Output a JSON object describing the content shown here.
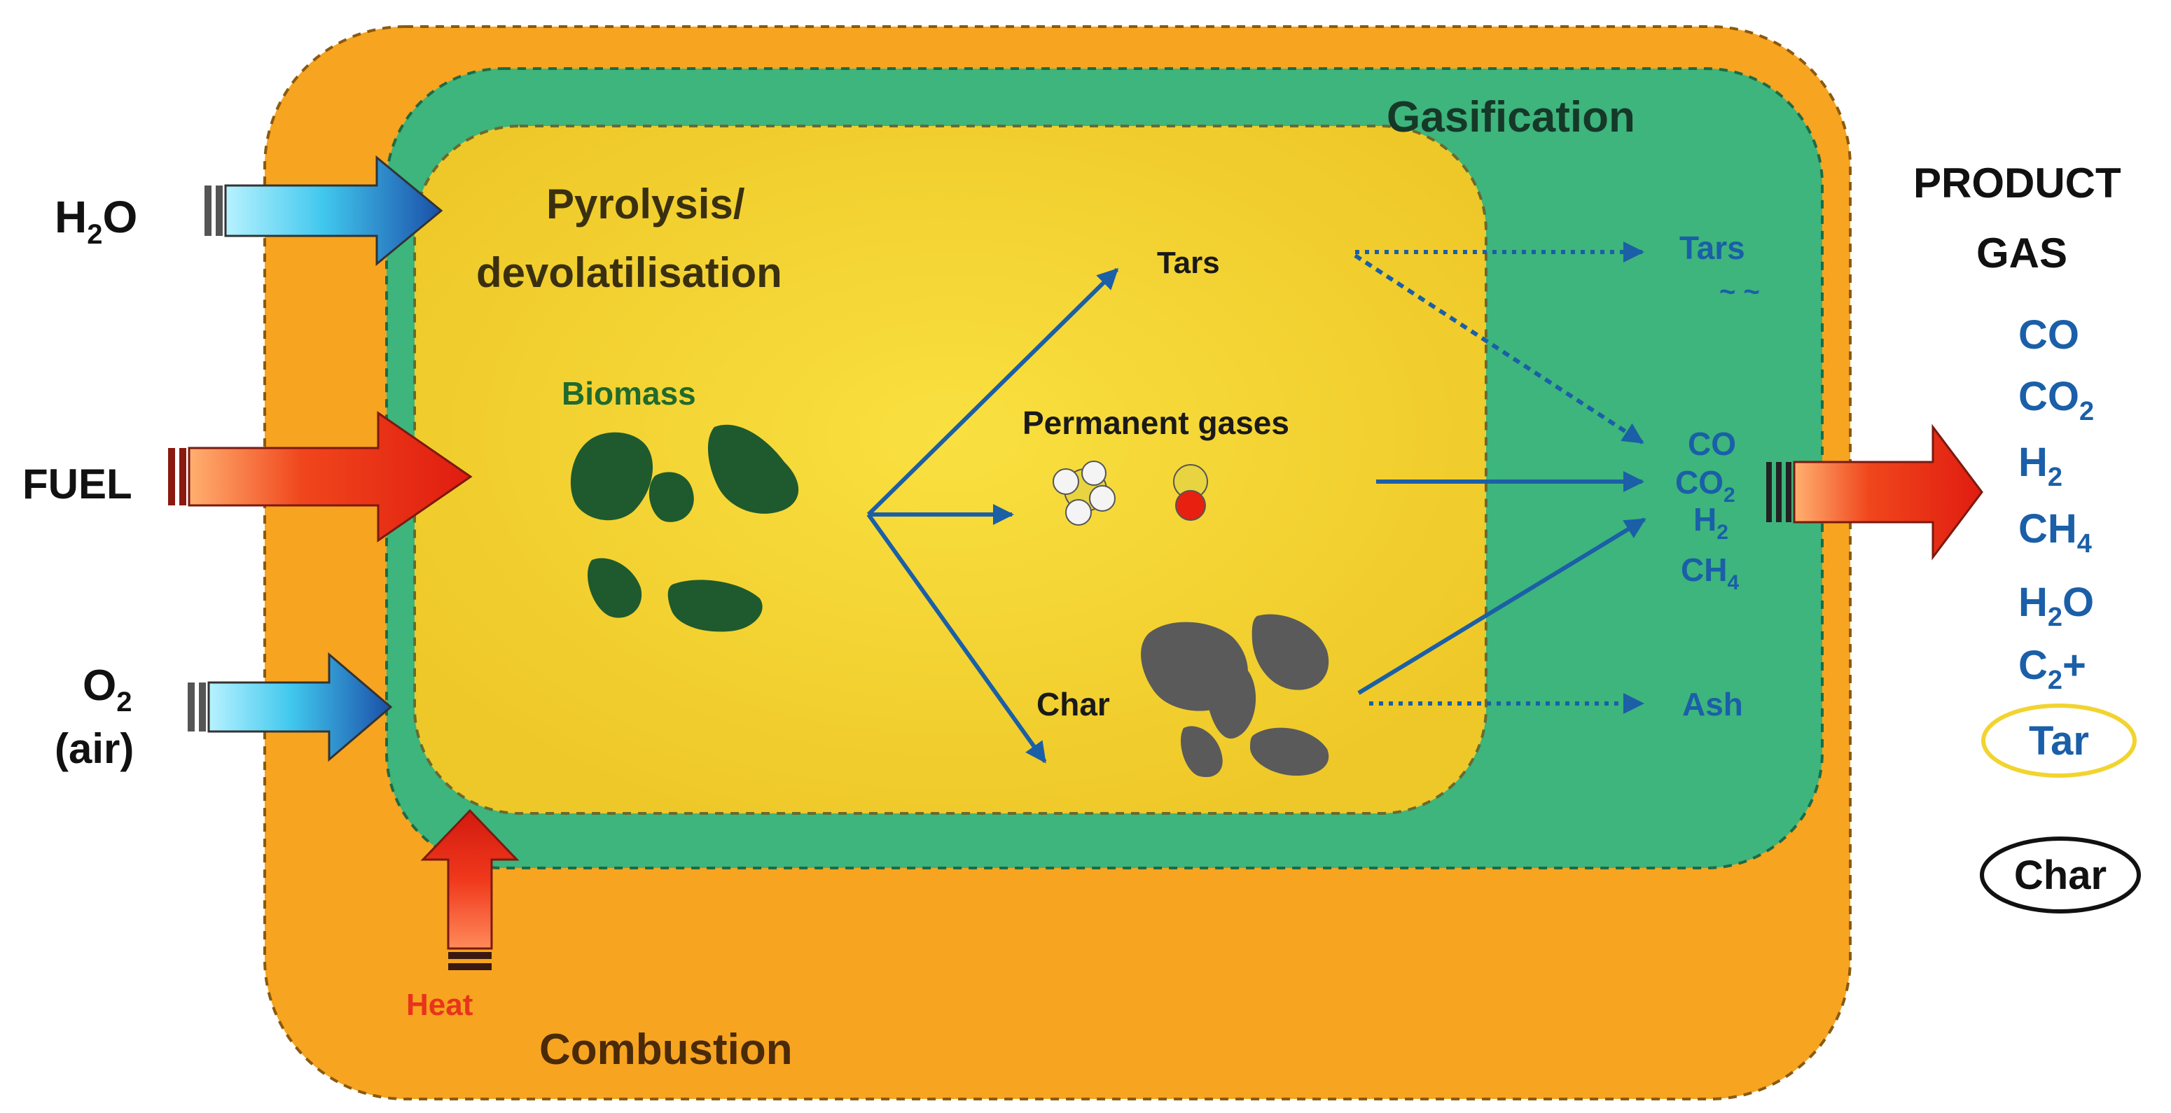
{
  "zones": {
    "combustion": "Combustion",
    "gasification": "Gasification",
    "pyrolysis_line1": "Pyrolysis/",
    "pyrolysis_line2": "devolatilisation"
  },
  "inputs": {
    "water": {
      "base": "H",
      "sub": "2",
      "rest": "O"
    },
    "fuel": "FUEL",
    "oxygen": {
      "base": "O",
      "sub": "2"
    },
    "air": "(air)",
    "heat": "Heat"
  },
  "pyrolysis": {
    "biomass": "Biomass",
    "tars": "Tars",
    "permanent_gases": "Permanent gases",
    "char": "Char"
  },
  "gasification_products": {
    "tars": "Tars",
    "tars_mark": "~ ~",
    "co": "CO",
    "co2": {
      "base": "CO",
      "sub": "2"
    },
    "h2": {
      "base": "H",
      "sub": "2"
    },
    "ch4": {
      "base": "CH",
      "sub": "4"
    },
    "ash": "Ash"
  },
  "product_gas": {
    "title_line1": "PRODUCT",
    "title_line2": "GAS",
    "co": "CO",
    "co2": {
      "base": "CO",
      "sub": "2"
    },
    "h2": {
      "base": "H",
      "sub": "2"
    },
    "ch4": {
      "base": "CH",
      "sub": "4"
    },
    "h2o": {
      "base": "H",
      "sub": "2",
      "rest": "O"
    },
    "c2": {
      "base": "C",
      "sub": "2",
      "rest": "+"
    },
    "tar": "Tar",
    "char": "Char"
  },
  "colors": {
    "combustion_zone": "#f7a420",
    "gasification_zone": "#3db57d",
    "pyrolysis_zone": "#f2d430",
    "arrow_blue": "#1b5fa6",
    "label_blue": "#1a5fa8",
    "biomass_green": "#1f5a2e",
    "char_grey": "#5a5a5a",
    "heat_red": "#e8341c",
    "tar_ring": "#f2d430"
  }
}
